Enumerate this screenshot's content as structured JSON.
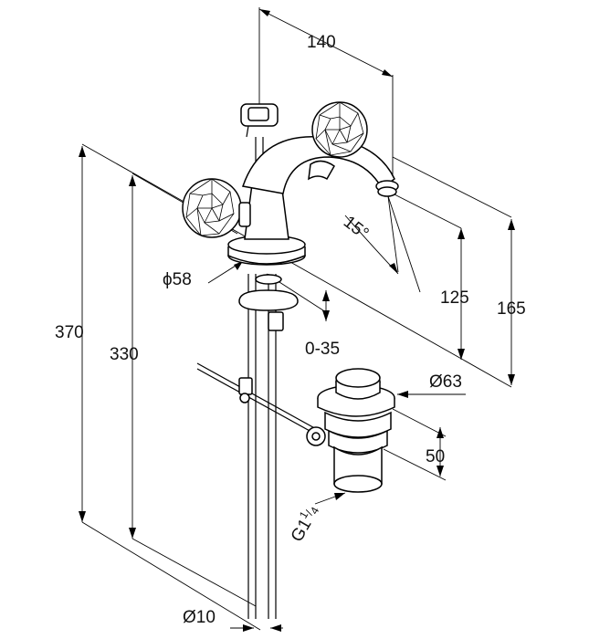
{
  "dimensions": {
    "spout_reach": "140",
    "spout_angle": "15°",
    "base_diameter": "ϕ58",
    "spout_height": "125",
    "overall_spout_height": "165",
    "total_height": "370",
    "connection_height": "330",
    "deck_thickness": "0-35",
    "waste_diameter": "Ø63",
    "waste_height": "50",
    "waste_thread_main": "G1",
    "waste_thread_frac_num": "1",
    "waste_thread_frac_den": "4",
    "hose_diameter": "Ø10"
  }
}
